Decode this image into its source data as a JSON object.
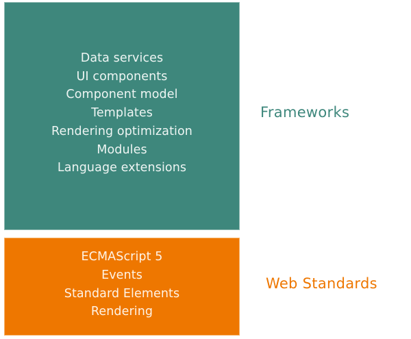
{
  "diagram": {
    "layers": [
      {
        "label": "Frameworks",
        "color": "#3e877c",
        "items": [
          "Data services",
          "UI components",
          "Component model",
          "Templates",
          "Rendering optimization",
          "Modules",
          "Language extensions"
        ]
      },
      {
        "label": "Web Standards",
        "color": "#ee7700",
        "items": [
          "ECMAScript 5",
          "Events",
          "Standard Elements",
          "Rendering"
        ]
      }
    ]
  }
}
